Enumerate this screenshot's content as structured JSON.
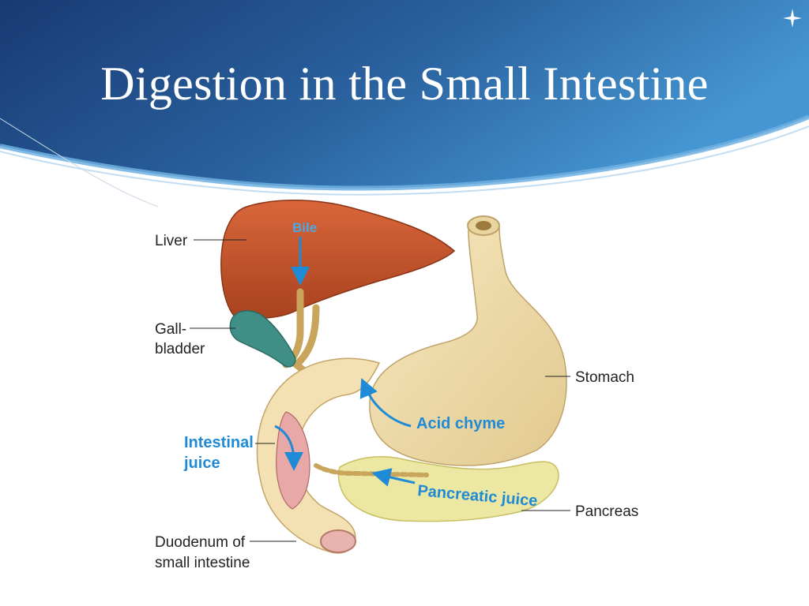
{
  "slide": {
    "title": "Digestion in the Small Intestine"
  },
  "labels": {
    "liver": "Liver",
    "gallbladder_1": "Gall-",
    "gallbladder_2": "bladder",
    "stomach": "Stomach",
    "pancreas": "Pancreas",
    "duodenum_1": "Duodenum of",
    "duodenum_2": "small intestine"
  },
  "flows": {
    "bile": "Bile",
    "acid_chyme": "Acid chyme",
    "intestinal_juice_1": "Intestinal",
    "intestinal_juice_2": "juice",
    "pancreatic_juice": "Pancreatic juice"
  },
  "colors": {
    "banner_dark": "#1b3f78",
    "banner_light": "#3f8ccb",
    "liver": "#c0542b",
    "stomach": "#f1dfae",
    "pancreas": "#ece7a2",
    "gallbladder": "#3f8f86",
    "flow_arrow": "#1f8ad6"
  }
}
